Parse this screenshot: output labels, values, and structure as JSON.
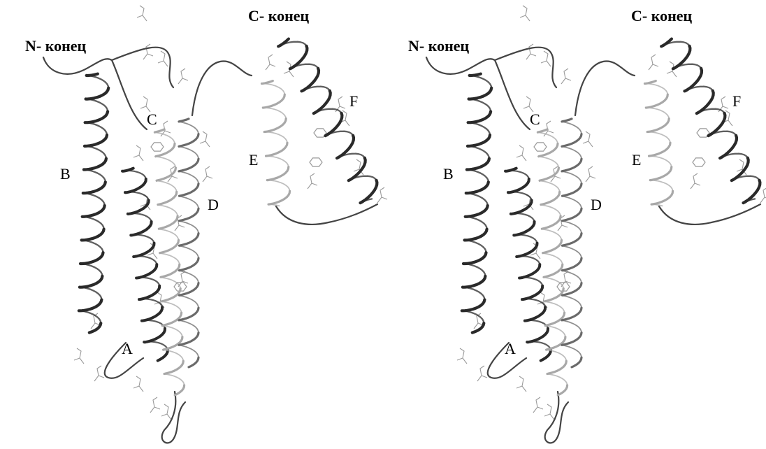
{
  "panels": [
    {
      "terminal_labels": {
        "n_term": "N- конец",
        "c_term": "С- конец"
      },
      "helix_labels": {
        "A": "A",
        "B": "B",
        "C": "C",
        "D": "D",
        "E": "E",
        "F": "F"
      }
    },
    {
      "terminal_labels": {
        "n_term": "N- конец",
        "c_term": "С- конец"
      },
      "helix_labels": {
        "A": "A",
        "B": "B",
        "C": "C",
        "D": "D",
        "E": "E",
        "F": "F"
      }
    }
  ],
  "colors": {
    "dark_helix": "#2a2a2a",
    "mid_helix": "#6a6a6a",
    "light_helix": "#a8a8a8",
    "loop": "#444444",
    "sidechain": "#9a9a9a",
    "background": "#ffffff"
  }
}
